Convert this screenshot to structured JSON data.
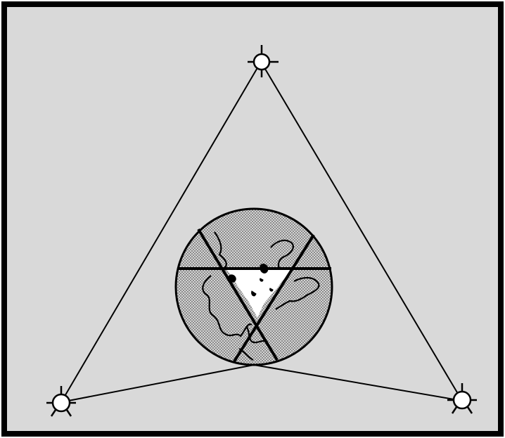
{
  "diagram": {
    "colors": {
      "background": "#d9d9d9",
      "border": "#000000",
      "line": "#000000",
      "globe_land": "#d4d4d4",
      "globe_texture": "#5a5a5a",
      "polar_region": "#ffffff",
      "satellite_fill": "#ffffff"
    },
    "satellites": [
      {
        "name": "satellite-top",
        "icon": "satellite-icon"
      },
      {
        "name": "satellite-bottom-left",
        "icon": "satellite-icon"
      },
      {
        "name": "satellite-bottom-right",
        "icon": "satellite-icon"
      }
    ],
    "globe": {
      "icon": "earth-globe-icon",
      "coverage_sections": 3
    }
  }
}
